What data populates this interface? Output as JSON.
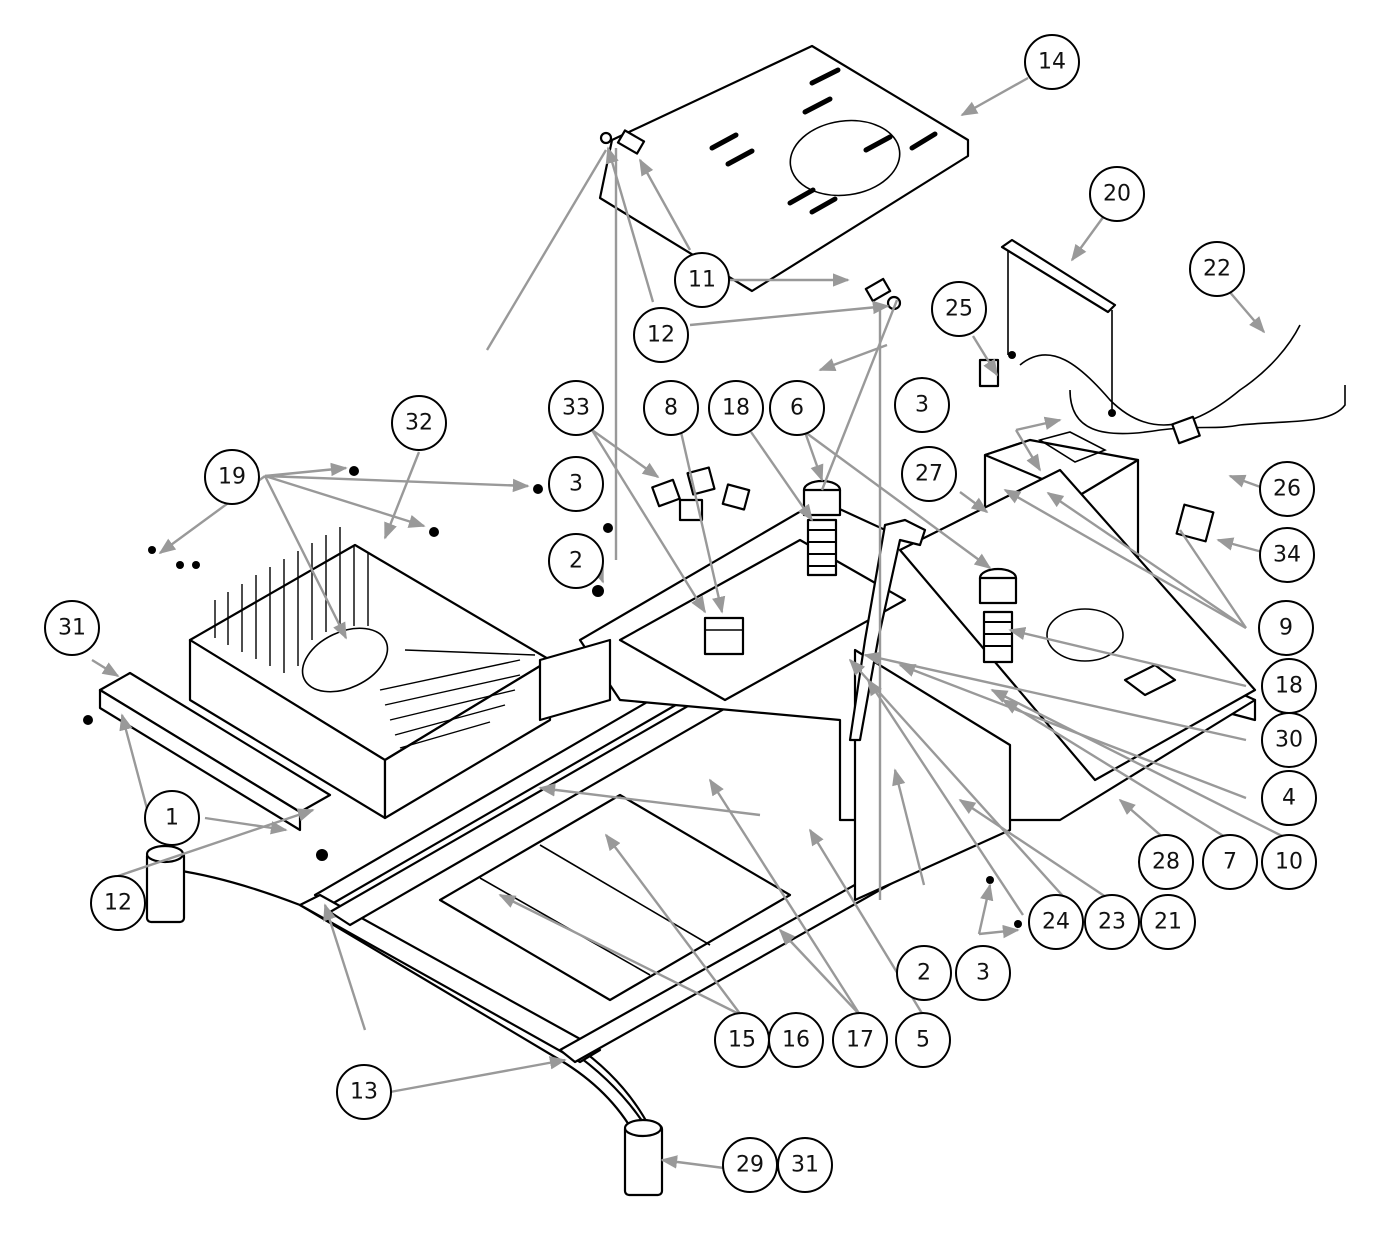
{
  "diagram": {
    "type": "exploded-parts-diagram",
    "callouts": [
      {
        "id": "c14",
        "label": "14"
      },
      {
        "id": "c20",
        "label": "20"
      },
      {
        "id": "c22",
        "label": "22"
      },
      {
        "id": "c11",
        "label": "11"
      },
      {
        "id": "c12a",
        "label": "12"
      },
      {
        "id": "c25",
        "label": "25"
      },
      {
        "id": "c33",
        "label": "33"
      },
      {
        "id": "c8",
        "label": "8"
      },
      {
        "id": "c18a",
        "label": "18"
      },
      {
        "id": "c6",
        "label": "6"
      },
      {
        "id": "c3a",
        "label": "3"
      },
      {
        "id": "c3b",
        "label": "3"
      },
      {
        "id": "c27",
        "label": "27"
      },
      {
        "id": "c26",
        "label": "26"
      },
      {
        "id": "c32",
        "label": "32"
      },
      {
        "id": "c19",
        "label": "19"
      },
      {
        "id": "c2a",
        "label": "2"
      },
      {
        "id": "c34",
        "label": "34"
      },
      {
        "id": "c9",
        "label": "9"
      },
      {
        "id": "c31a",
        "label": "31"
      },
      {
        "id": "c18b",
        "label": "18"
      },
      {
        "id": "c30",
        "label": "30"
      },
      {
        "id": "c4",
        "label": "4"
      },
      {
        "id": "c1",
        "label": "1"
      },
      {
        "id": "c28",
        "label": "28"
      },
      {
        "id": "c7",
        "label": "7"
      },
      {
        "id": "c10",
        "label": "10"
      },
      {
        "id": "c12b",
        "label": "12"
      },
      {
        "id": "c24",
        "label": "24"
      },
      {
        "id": "c23",
        "label": "23"
      },
      {
        "id": "c21",
        "label": "21"
      },
      {
        "id": "c2b",
        "label": "2"
      },
      {
        "id": "c3c",
        "label": "3"
      },
      {
        "id": "c15",
        "label": "15"
      },
      {
        "id": "c16",
        "label": "16"
      },
      {
        "id": "c17",
        "label": "17"
      },
      {
        "id": "c5",
        "label": "5"
      },
      {
        "id": "c13",
        "label": "13"
      },
      {
        "id": "c29",
        "label": "29"
      },
      {
        "id": "c31b",
        "label": "31"
      }
    ],
    "colors": {
      "line": "#000000",
      "leader": "#999999",
      "background": "#ffffff"
    }
  }
}
